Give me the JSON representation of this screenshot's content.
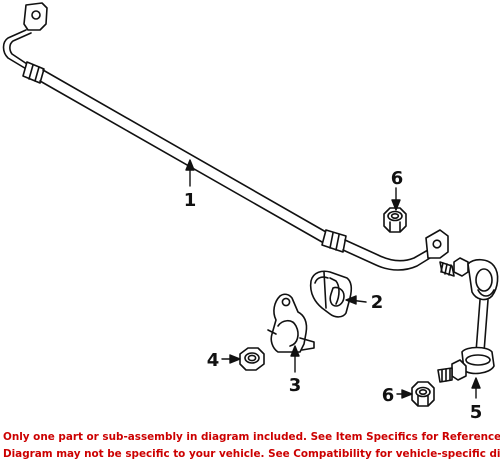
{
  "callouts": {
    "c1": "1",
    "c2": "2",
    "c3": "3",
    "c4": "4",
    "c5": "5",
    "c6_top": "6",
    "c6_bottom": "6"
  },
  "parts": [
    {
      "callout": "1",
      "icon": "stabilizer-bar-icon"
    },
    {
      "callout": "2",
      "icon": "bushing-icon"
    },
    {
      "callout": "3",
      "icon": "bracket-icon"
    },
    {
      "callout": "4",
      "icon": "nut-icon"
    },
    {
      "callout": "5",
      "icon": "stabilizer-link-icon"
    },
    {
      "callout": "6",
      "icon": "nut-icon"
    }
  ],
  "footer": {
    "line1": "Only one part or sub-assembly in diagram included. See Item Specifics for Reference #.",
    "line2": "Diagram may not be specific to your vehicle. See Compatibility for vehicle-specific diagrams."
  },
  "colors": {
    "line_art": "#111111",
    "footer_text": "#cc0000"
  }
}
